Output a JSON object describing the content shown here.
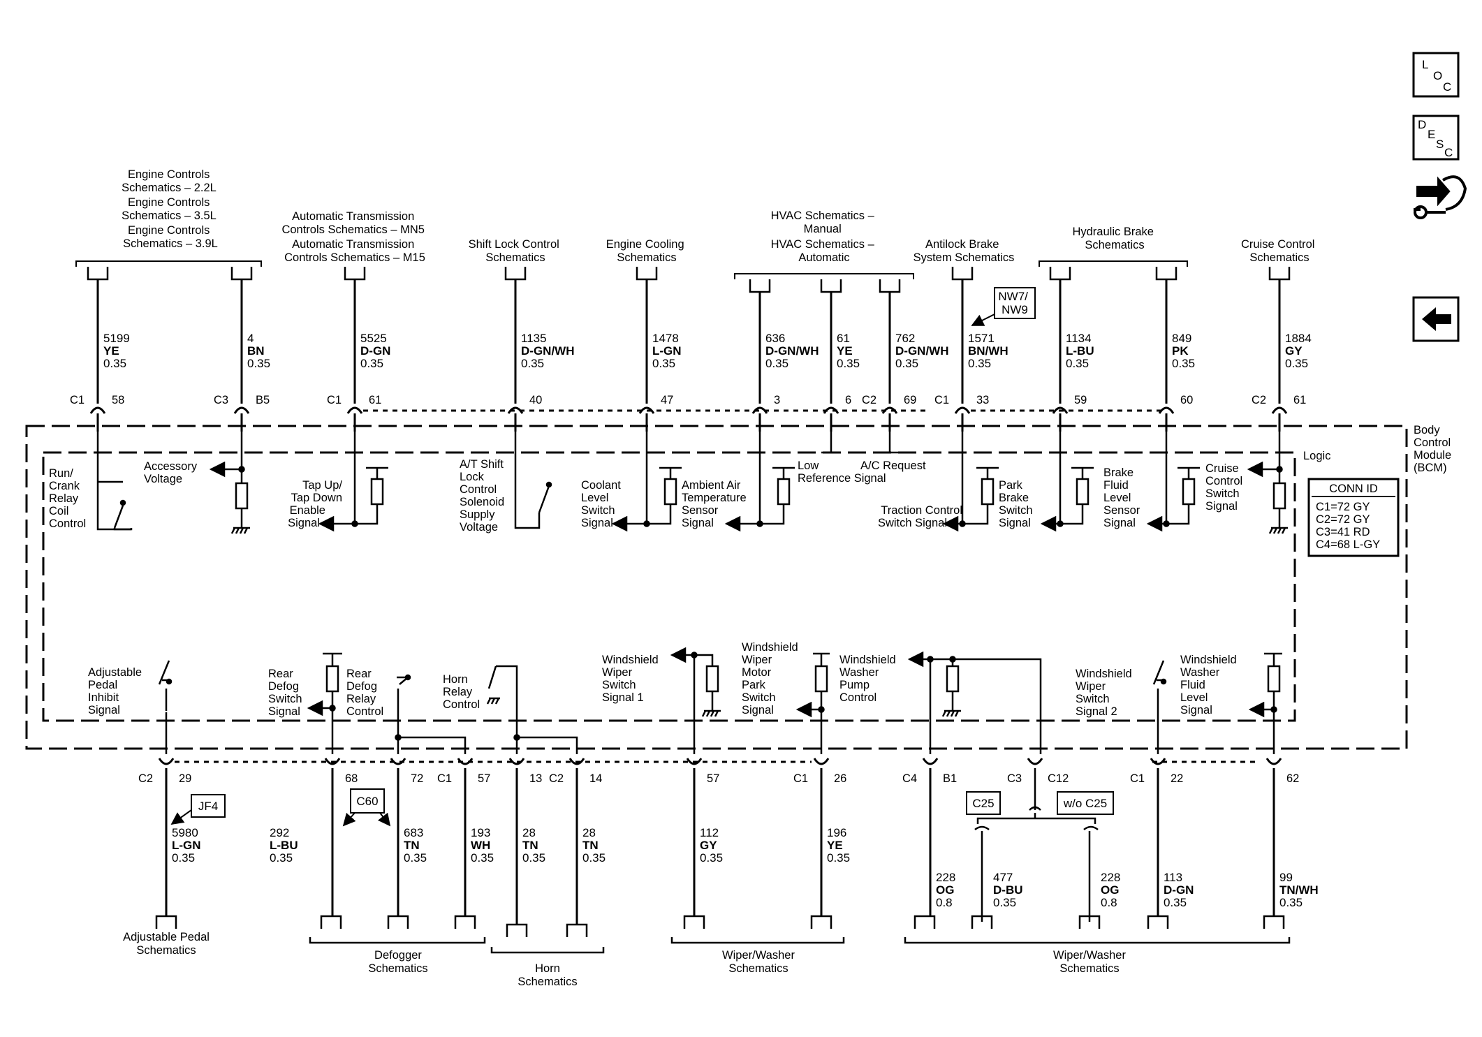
{
  "top_wires": [
    {
      "title": [
        "Engine Controls",
        "Schematics – 2.2L",
        "Engine Controls",
        "Schematics – 3.5L",
        "Engine Controls",
        "Schematics – 3.9L"
      ],
      "circuit": "5199",
      "color": "YE",
      "gauge": "0.35",
      "conn": "C1",
      "pin": "58"
    },
    {
      "title": [],
      "circuit": "4",
      "color": "BN",
      "gauge": "0.35",
      "conn": "C3",
      "pin": "B5"
    },
    {
      "title": [
        "Automatic Transmission",
        "Controls Schematics – MN5",
        "Automatic Transmission",
        "Controls Schematics – M15"
      ],
      "circuit": "5525",
      "color": "D-GN",
      "gauge": "0.35",
      "conn": "C1",
      "pin": "61"
    },
    {
      "title": [
        "Shift Lock Control",
        "Schematics"
      ],
      "circuit": "1135",
      "color": "D-GN/WH",
      "gauge": "0.35",
      "conn": "",
      "pin": "40"
    },
    {
      "title": [
        "Engine Cooling",
        "Schematics"
      ],
      "circuit": "1478",
      "color": "L-GN",
      "gauge": "0.35",
      "conn": "",
      "pin": "47"
    },
    {
      "title": [
        "HVAC Schematics –",
        "Manual",
        "HVAC Schematics –",
        "Automatic"
      ],
      "circuit": "636",
      "color": "D-GN/WH",
      "gauge": "0.35",
      "conn": "",
      "pin": "3"
    },
    {
      "title": [],
      "circuit": "61",
      "color": "YE",
      "gauge": "0.35",
      "conn": "",
      "pin": "6"
    },
    {
      "title": [],
      "circuit": "762",
      "color": "D-GN/WH",
      "gauge": "0.35",
      "conn": "C2",
      "pin": "69"
    },
    {
      "title": [
        "Antilock Brake",
        "System Schematics"
      ],
      "circuit": "1571",
      "color": "BN/WH",
      "gauge": "0.35",
      "conn": "C1",
      "pin": "33"
    },
    {
      "title": [
        "Hydraulic Brake",
        "Schematics"
      ],
      "circuit": "1134",
      "color": "L-BU",
      "gauge": "0.35",
      "conn": "",
      "pin": "59"
    },
    {
      "title": [],
      "circuit": "849",
      "color": "PK",
      "gauge": "0.35",
      "conn": "",
      "pin": "60"
    },
    {
      "title": [
        "Cruise Control",
        "Schematics"
      ],
      "circuit": "1884",
      "color": "GY",
      "gauge": "0.35",
      "conn": "C2",
      "pin": "61"
    }
  ],
  "top_signals": [
    [
      "Run/",
      "Crank",
      "Relay",
      "Coil",
      "Control"
    ],
    [
      "Accessory",
      "Voltage"
    ],
    [
      "Tap Up/",
      "Tap Down",
      "Enable",
      "Signal"
    ],
    [
      "A/T Shift",
      "Lock",
      "Control",
      "Solenoid",
      "Supply",
      "Voltage"
    ],
    [
      "Coolant",
      "Level",
      "Switch",
      "Signal"
    ],
    [
      "Ambient Air",
      "Temperature",
      "Sensor",
      "Signal"
    ],
    [
      "Low",
      "Reference Signal"
    ],
    [
      "A/C Request"
    ],
    [
      "Traction Control",
      "Switch Signal"
    ],
    [
      "Park",
      "Brake",
      "Switch",
      "Signal"
    ],
    [
      "Brake",
      "Fluid",
      "Level",
      "Sensor",
      "Signal"
    ],
    [
      "Cruise",
      "Control",
      "Switch",
      "Signal"
    ]
  ],
  "bottom_signals": [
    [
      "Adjustable",
      "Pedal",
      "Inhibit",
      "Signal"
    ],
    [
      "Rear",
      "Defog",
      "Switch",
      "Signal"
    ],
    [
      "Rear",
      "Defog",
      "Relay",
      "Control"
    ],
    [
      "Horn",
      "Relay",
      "Control"
    ],
    [
      "Windshield",
      "Wiper",
      "Switch",
      "Signal 1"
    ],
    [
      "Windshield",
      "Wiper",
      "Motor",
      "Park",
      "Switch",
      "Signal"
    ],
    [
      "Windshield",
      "Washer",
      "Pump",
      "Control"
    ],
    [
      "Windshield",
      "Wiper",
      "Switch",
      "Signal 2"
    ],
    [
      "Windshield",
      "Washer",
      "Fluid",
      "Level",
      "Signal"
    ]
  ],
  "bottom_wires": [
    {
      "conn": "C2",
      "pin": "29",
      "circuit": "5980",
      "color": "L-GN",
      "gauge": "0.35"
    },
    {
      "conn": "",
      "pin": "68",
      "circuit": "292",
      "color": "L-BU",
      "gauge": "0.35"
    },
    {
      "conn": "",
      "pin": "72",
      "circuit": "683",
      "color": "TN",
      "gauge": "0.35"
    },
    {
      "conn": "C1",
      "pin": "57",
      "circuit": "193",
      "color": "WH",
      "gauge": "0.35"
    },
    {
      "conn": "",
      "pin": "13",
      "circuit": "28",
      "color": "TN",
      "gauge": "0.35"
    },
    {
      "conn": "C2",
      "pin": "14",
      "circuit": "28",
      "color": "TN",
      "gauge": "0.35"
    },
    {
      "conn": "",
      "pin": "57",
      "circuit": "112",
      "color": "GY",
      "gauge": "0.35"
    },
    {
      "conn": "C1",
      "pin": "26",
      "circuit": "196",
      "color": "YE",
      "gauge": "0.35"
    },
    {
      "conn": "C4",
      "pin": "B1",
      "circuit": "228",
      "color": "OG",
      "gauge": "0.8"
    },
    {
      "conn": "C3",
      "pin": "C12",
      "circuit": "",
      "color": "",
      "gauge": ""
    },
    {
      "conn": "C1",
      "pin": "22",
      "circuit": "113",
      "color": "D-GN",
      "gauge": "0.35"
    },
    {
      "conn": "",
      "pin": "62",
      "circuit": "99",
      "color": "TN/WH",
      "gauge": "0.35"
    }
  ],
  "split_wires": [
    {
      "circuit": "477",
      "color": "D-BU",
      "gauge": "0.35"
    },
    {
      "circuit": "228",
      "color": "OG",
      "gauge": "0.8"
    }
  ],
  "destinations": [
    [
      "Adjustable Pedal",
      "Schematics"
    ],
    [
      "Defogger",
      "Schematics"
    ],
    [
      "Horn",
      "Schematics"
    ],
    [
      "Wiper/Washer",
      "Schematics"
    ],
    [
      "Wiper/Washer",
      "Schematics"
    ]
  ],
  "option_tags": {
    "nw": [
      "NW7/",
      "NW9"
    ],
    "jf4": "JF4",
    "c60": "C60",
    "c25": "C25",
    "wo_c25": "w/o C25"
  },
  "module": {
    "name": [
      "Body",
      "Control",
      "Module",
      "(BCM)"
    ],
    "logic": "Logic"
  },
  "conn_id": {
    "title": "CONN ID",
    "rows": [
      "C1=72 GY",
      "C2=72 GY",
      "C3=41 RD",
      "C4=68 L-GY"
    ]
  },
  "nav": {
    "loc": [
      "L",
      "O",
      "C"
    ],
    "desc": [
      "D",
      "E",
      "S",
      "C"
    ]
  }
}
